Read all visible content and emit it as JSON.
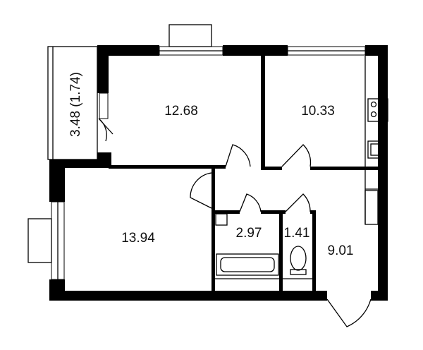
{
  "plan": {
    "rooms": {
      "room_top_left": "12.68",
      "room_top_right": "10.33",
      "room_left": "13.94",
      "bathroom": "2.97",
      "toilet": "1.41",
      "hall": "9.01",
      "balcony": "3.48 (1.74)"
    },
    "colors": {
      "wall": "#000000",
      "background": "#ffffff",
      "text": "#111111"
    }
  }
}
